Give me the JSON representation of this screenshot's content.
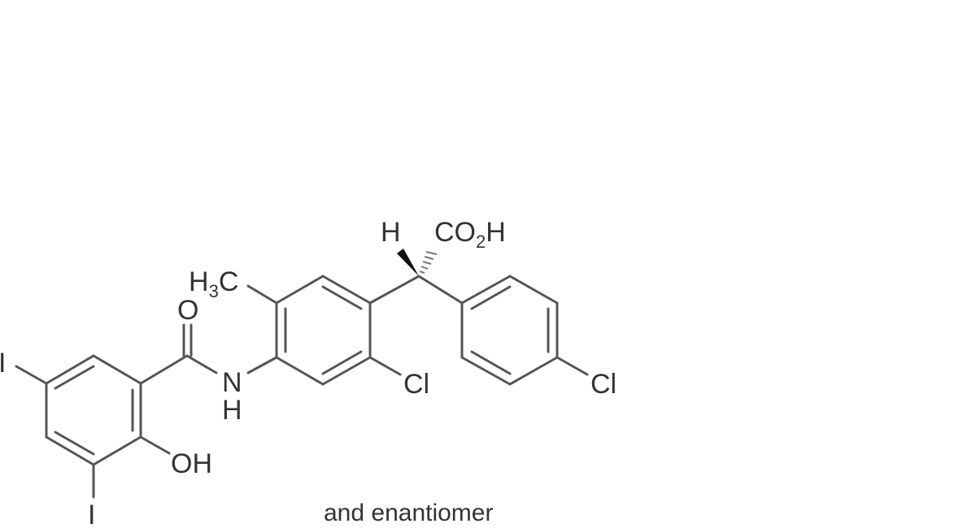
{
  "figure": {
    "type": "chemical-structure",
    "caption": "and enantiomer",
    "labels": {
      "iodo_left": "I",
      "iodo_bottom": "I",
      "hydroxyl": "OH",
      "carbonyl_oxygen": "O",
      "amide_n": "N",
      "amide_h": "H",
      "methyl_h": "H",
      "methyl_sub": "3",
      "methyl_c": "C",
      "chloro_ring_b": "Cl",
      "chloro_ring_c": "Cl",
      "stereo_h": "H",
      "carboxyl_co": "CO",
      "carboxyl_sub": "2",
      "carboxyl_h": "H"
    },
    "colors": {
      "bond": "#555555",
      "text": "#333333",
      "background": "#ffffff"
    }
  }
}
